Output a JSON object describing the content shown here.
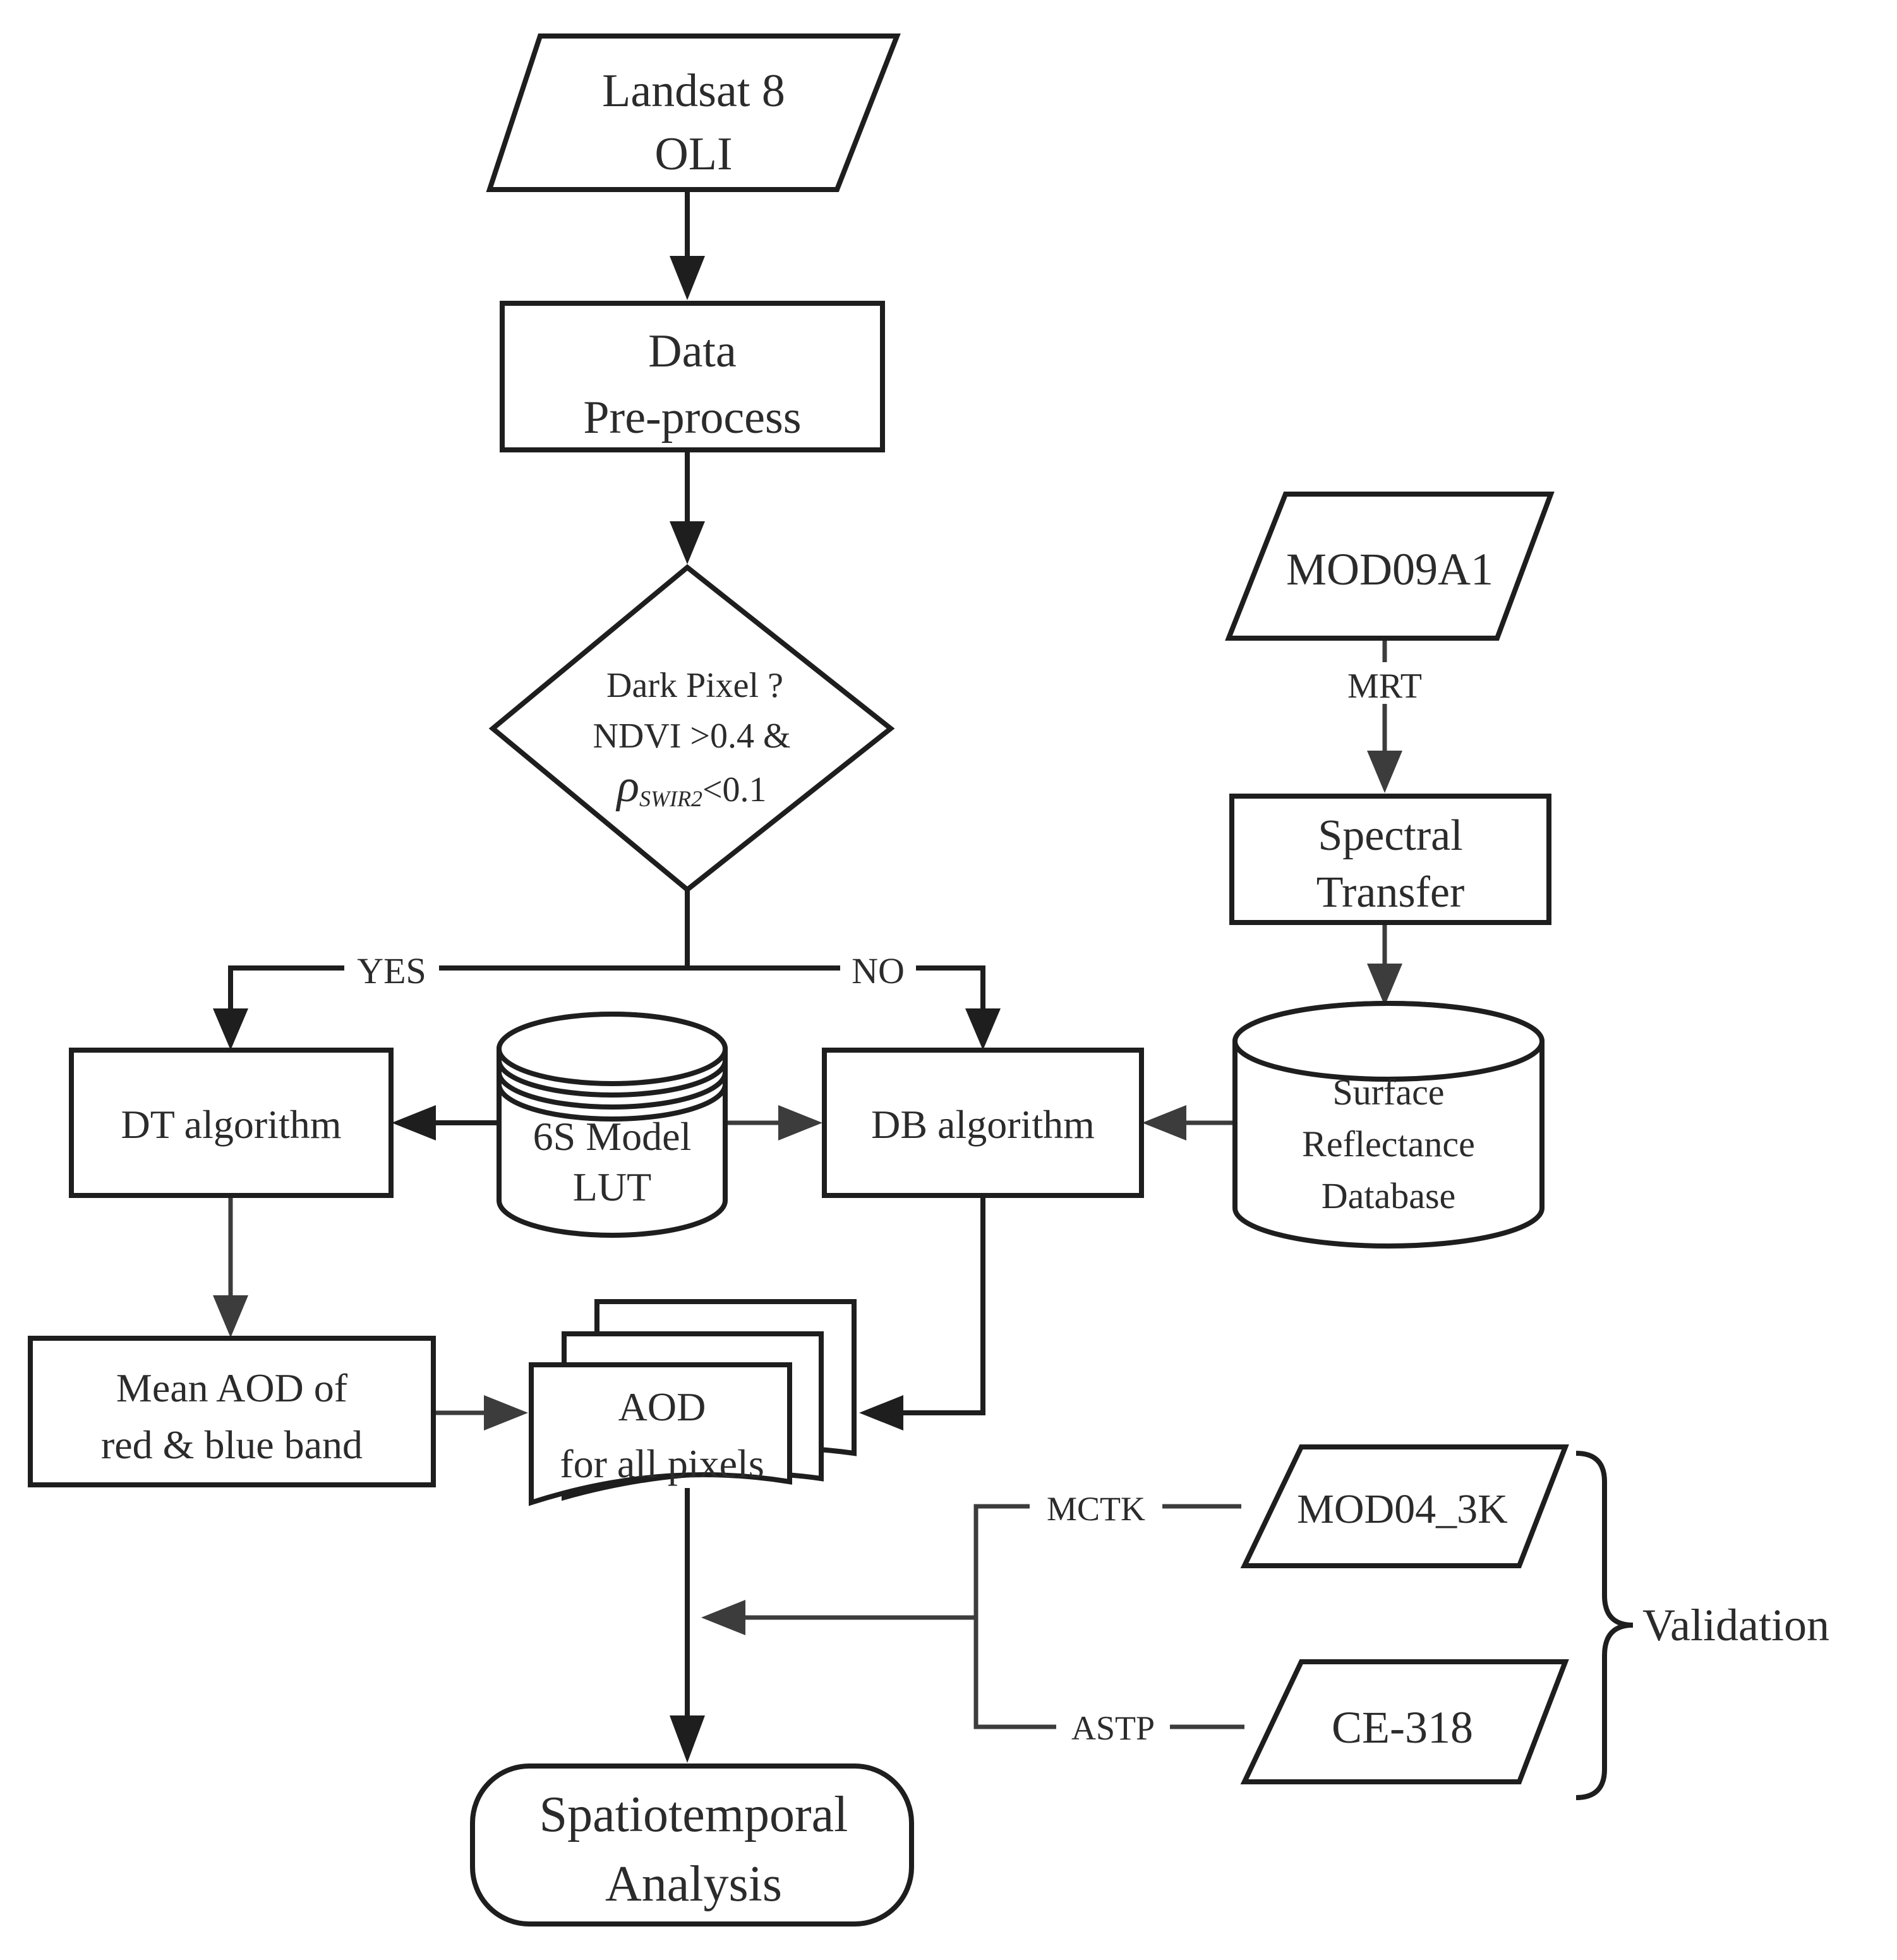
{
  "nodes": {
    "landsat": {
      "line1": "Landsat 8",
      "line2": "OLI"
    },
    "preprocess": {
      "line1": "Data",
      "line2": "Pre-process"
    },
    "decision": {
      "line1": "Dark Pixel ?",
      "line2": "NDVI >0.4 &",
      "rho": "ρ",
      "subscript": "SWIR2",
      "line3_tail": "<0.1"
    },
    "dt": {
      "label": "DT algorithm"
    },
    "lut": {
      "line1": "6S Model",
      "line2": "LUT"
    },
    "db": {
      "label": "DB algorithm"
    },
    "mod09": {
      "label": "MOD09A1"
    },
    "spectral": {
      "line1": "Spectral",
      "line2": "Transfer"
    },
    "surface": {
      "line1": "Surface",
      "line2": "Reflectance",
      "line3": "Database"
    },
    "mean_aod": {
      "line1": "Mean AOD of",
      "line2": "red & blue band"
    },
    "aod": {
      "line1": "AOD",
      "line2": "for all pixels"
    },
    "mod04": {
      "label": "MOD04_3K"
    },
    "ce318": {
      "label": "CE-318"
    },
    "spatio": {
      "line1": "Spatiotemporal",
      "line2": "Analysis"
    }
  },
  "edge_labels": {
    "yes": "YES",
    "no": "NO",
    "mrt": "MRT",
    "mctk": "MCTK",
    "astp": "ASTP"
  },
  "validation": {
    "label": "Validation"
  }
}
